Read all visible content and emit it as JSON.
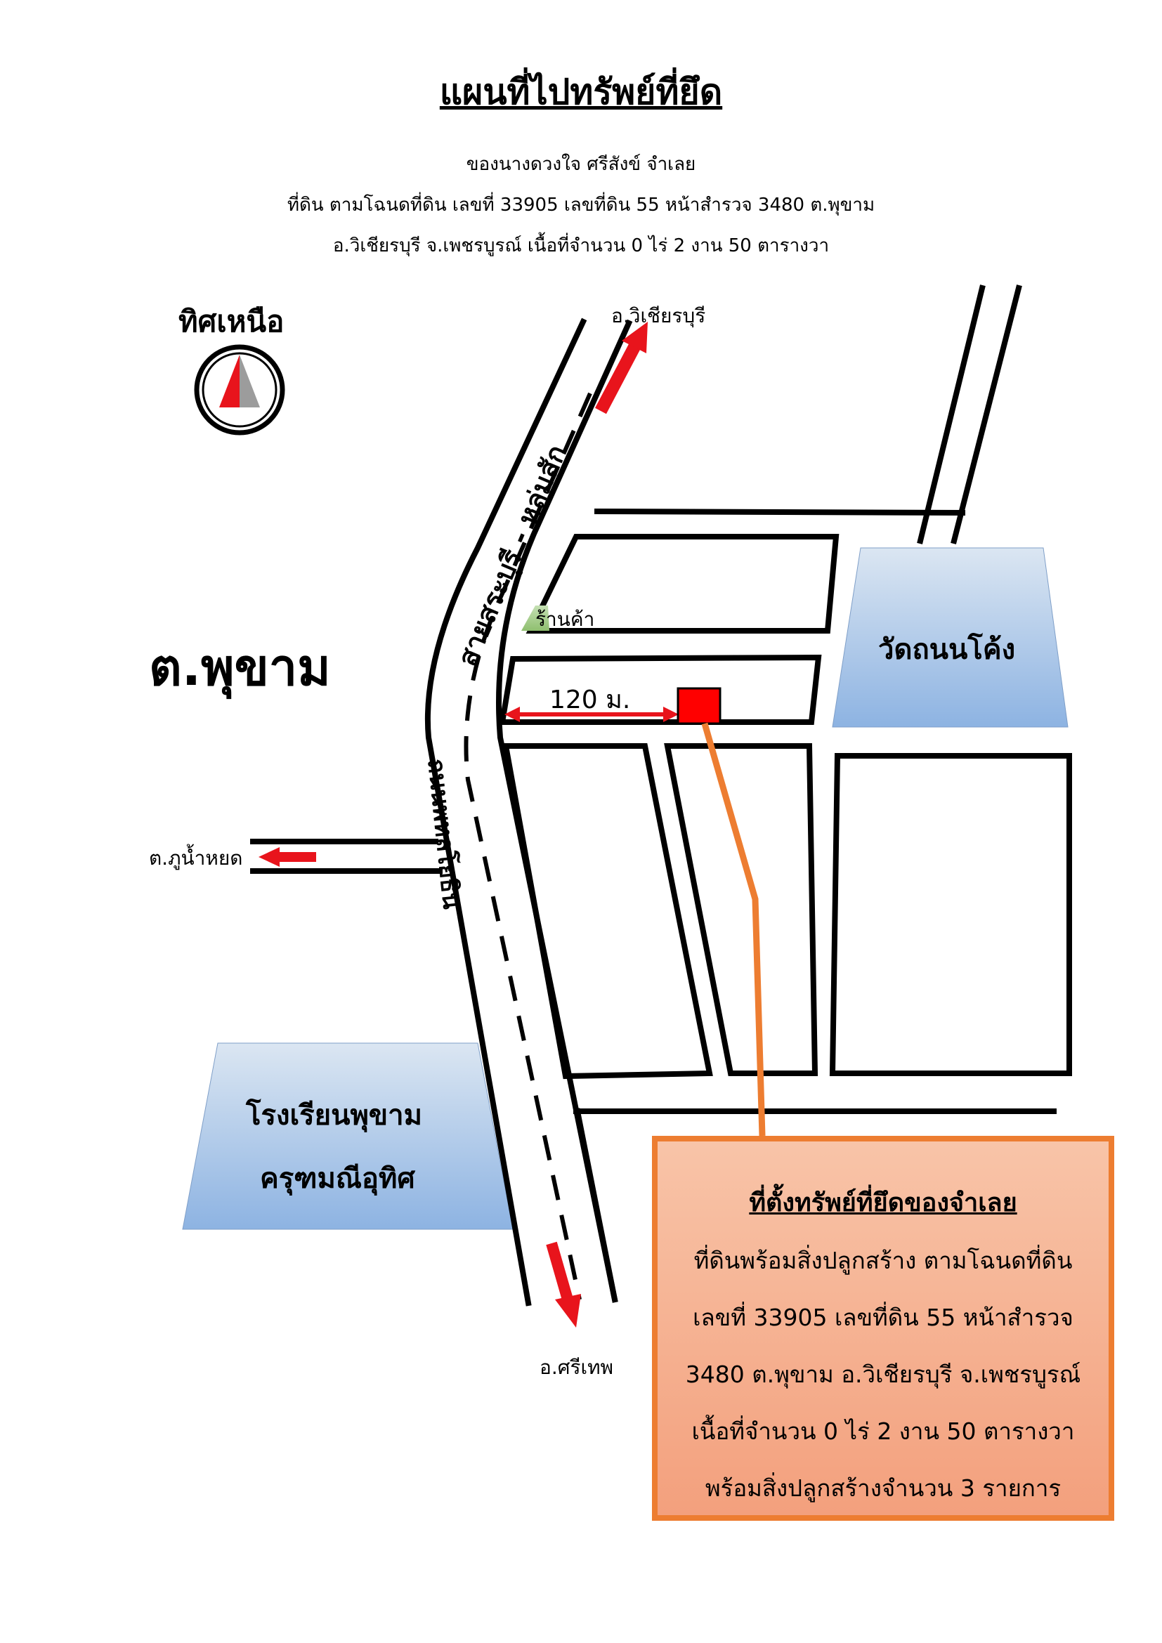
{
  "title": "แผนที่ไปทรัพย์ที่ยึด",
  "subtitle_lines": [
    "ของนางดวงใจ ศรีสังข์ จำเลย",
    "ที่ดิน ตามโฉนดที่ดิน เลขที่ 33905 เลขที่ดิน 55 หน้าสำรวจ 3480 ต.พุขาม",
    "อ.วิเชียรบุรี จ.เพชรบูรณ์ เนื้อที่จำนวน 0 ไร่ 2 งาน 50 ตารางวา"
  ],
  "compass": {
    "label": "ทิศเหนือ",
    "icon": "north-arrow-icon",
    "colors": [
      "#e8141c",
      "#9c9c9c"
    ]
  },
  "map_labels": {
    "subdistrict": "ต.พุขาม",
    "to_wichianburi": "อ.วิเชียรบุรี",
    "to_sithep": "อ.ศรีเทพ",
    "to_phu_nam_yot": "ต.ภูน้ำหยด",
    "road_upper": "สายสระบุรี - หล่มสัก",
    "road_lower": "ถนนพหลโยธิน",
    "shop": "ร้านค้า",
    "distance": "120 ม.",
    "temple": "วัดถนนโค้ง",
    "school_line1": "โรงเรียนพุขาม",
    "school_line2": "ครุฑมณีอุทิศ"
  },
  "info_box": {
    "title": "ที่ตั้งทรัพย์ที่ยึดของจำเลย",
    "lines": [
      "ที่ดินพร้อมสิ่งปลูกสร้าง ตามโฉนดที่ดิน",
      "เลขที่ 33905 เลขที่ดิน 55 หน้าสำรวจ",
      "3480 ต.พุขาม อ.วิเชียรบุรี จ.เพชรบูรณ์",
      "เนื้อที่จำนวน 0 ไร่ 2 งาน 50 ตารางวา",
      "พร้อมสิ่งปลูกสร้างจำนวน 3 รายการ"
    ]
  },
  "colors": {
    "arrow": "#e8141c",
    "property_marker": "#ff0000",
    "leader_line": "#ed7d31",
    "landmark_fill_top": "#dbe6f2",
    "landmark_fill_bottom": "#8db3e2",
    "shop_fill": "#a9d18e"
  }
}
